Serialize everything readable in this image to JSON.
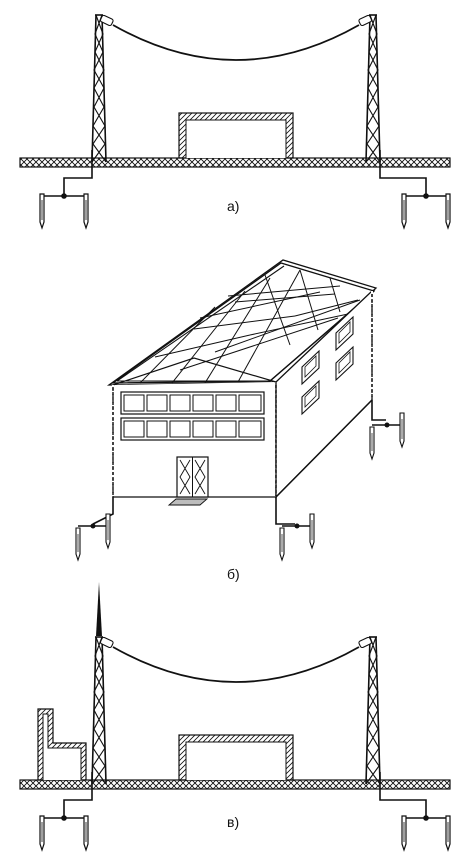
{
  "figures": {
    "a": {
      "label": "а)"
    },
    "b": {
      "label": "б)"
    },
    "c": {
      "label": "в)"
    }
  },
  "colors": {
    "ink": "#111111",
    "paper": "#ffffff"
  }
}
